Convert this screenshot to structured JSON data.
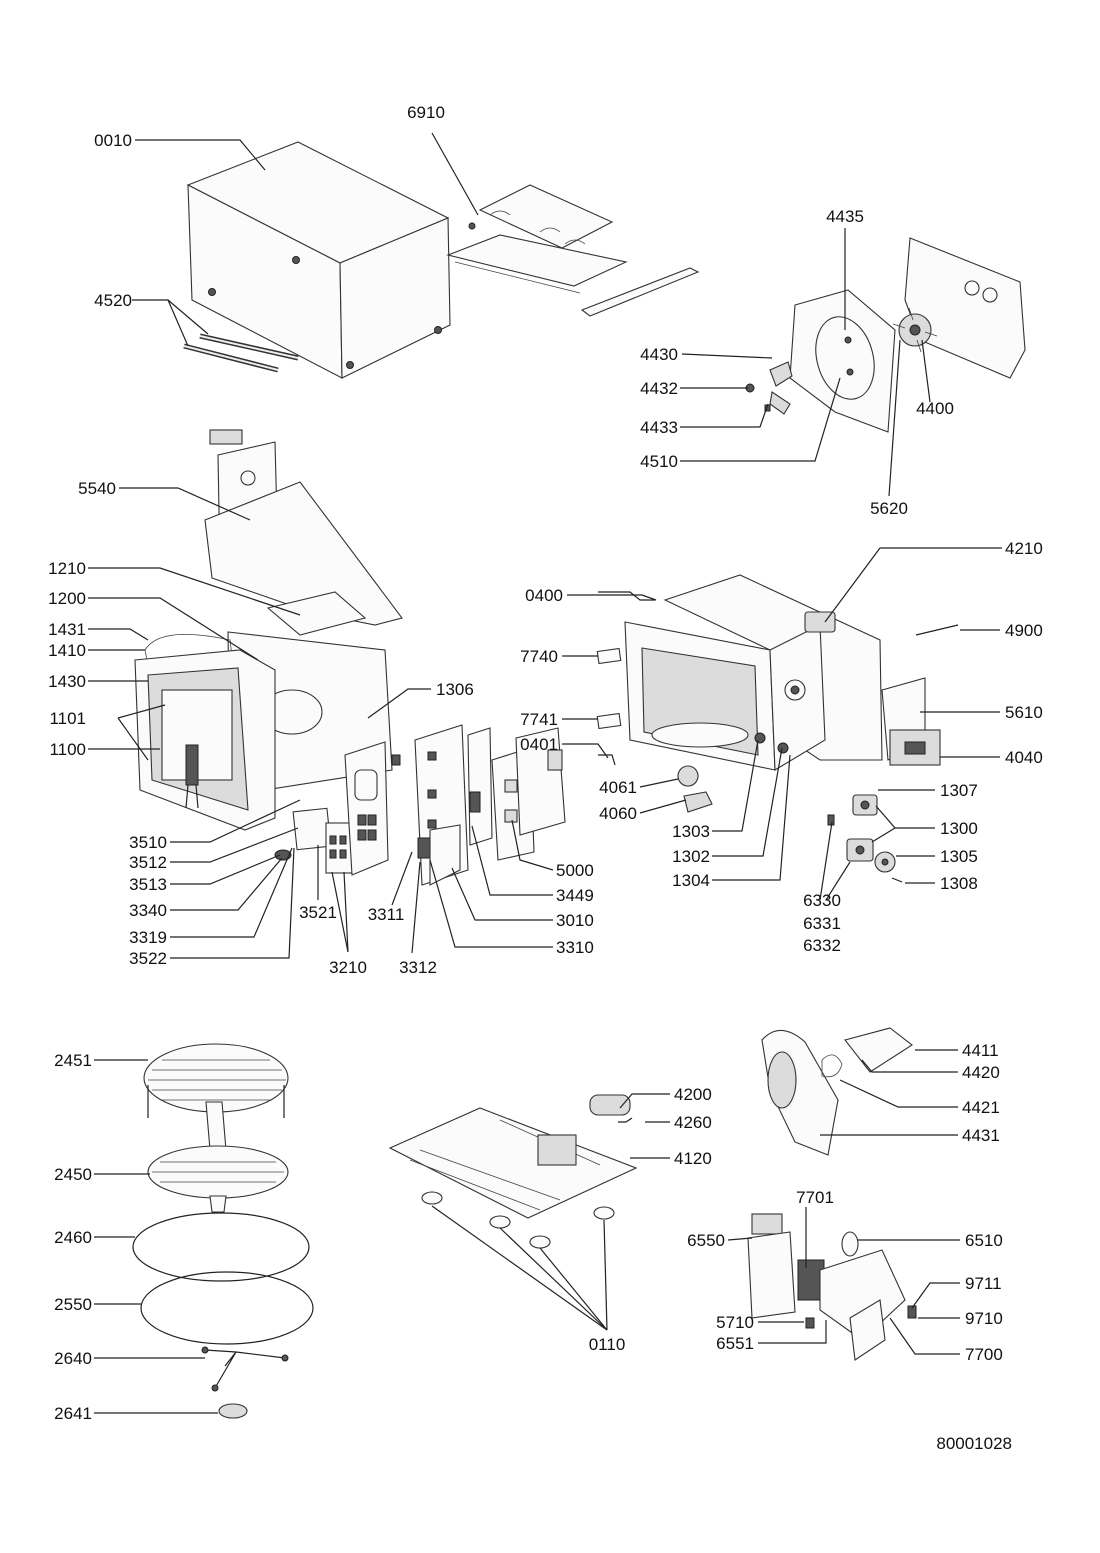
{
  "diagram": {
    "doc_number": "80001028",
    "labels": {
      "p0010": "0010",
      "p6910": "6910",
      "p4520": "4520",
      "p4435": "4435",
      "p4430": "4430",
      "p4432": "4432",
      "p4433": "4433",
      "p4510": "4510",
      "p4400": "4400",
      "p5620": "5620",
      "p5540": "5540",
      "p1210": "1210",
      "p1200": "1200",
      "p1431": "1431",
      "p1410": "1410",
      "p1430": "1430",
      "p1101": "1101",
      "p1100": "1100",
      "p1306": "1306",
      "p3510": "3510",
      "p3512": "3512",
      "p3513": "3513",
      "p3340": "3340",
      "p3319": "3319",
      "p3522": "3522",
      "p3521": "3521",
      "p3210": "3210",
      "p3311": "3311",
      "p3312": "3312",
      "p5000": "5000",
      "p3449": "3449",
      "p3010": "3010",
      "p3310": "3310",
      "p4210": "4210",
      "p0400": "0400",
      "p4900": "4900",
      "p7740": "7740",
      "p5610": "5610",
      "p7741": "7741",
      "p0401": "0401",
      "p4040": "4040",
      "p4061": "4061",
      "p4060": "4060",
      "p1307": "1307",
      "p1303": "1303",
      "p1300": "1300",
      "p1302": "1302",
      "p1305": "1305",
      "p1304": "1304",
      "p1308": "1308",
      "p6330": "6330",
      "p6331": "6331",
      "p6332": "6332",
      "p2451": "2451",
      "p4411": "4411",
      "p4420": "4420",
      "p4200": "4200",
      "p4421": "4421",
      "p4260": "4260",
      "p4431": "4431",
      "p4120": "4120",
      "p2450": "2450",
      "p7701": "7701",
      "p2460": "2460",
      "p6550": "6550",
      "p6510": "6510",
      "p9711": "9711",
      "p2550": "2550",
      "p5710": "5710",
      "p9710": "9710",
      "p6551": "6551",
      "p0110": "0110",
      "p7700": "7700",
      "p2640": "2640",
      "p2641": "2641"
    }
  }
}
